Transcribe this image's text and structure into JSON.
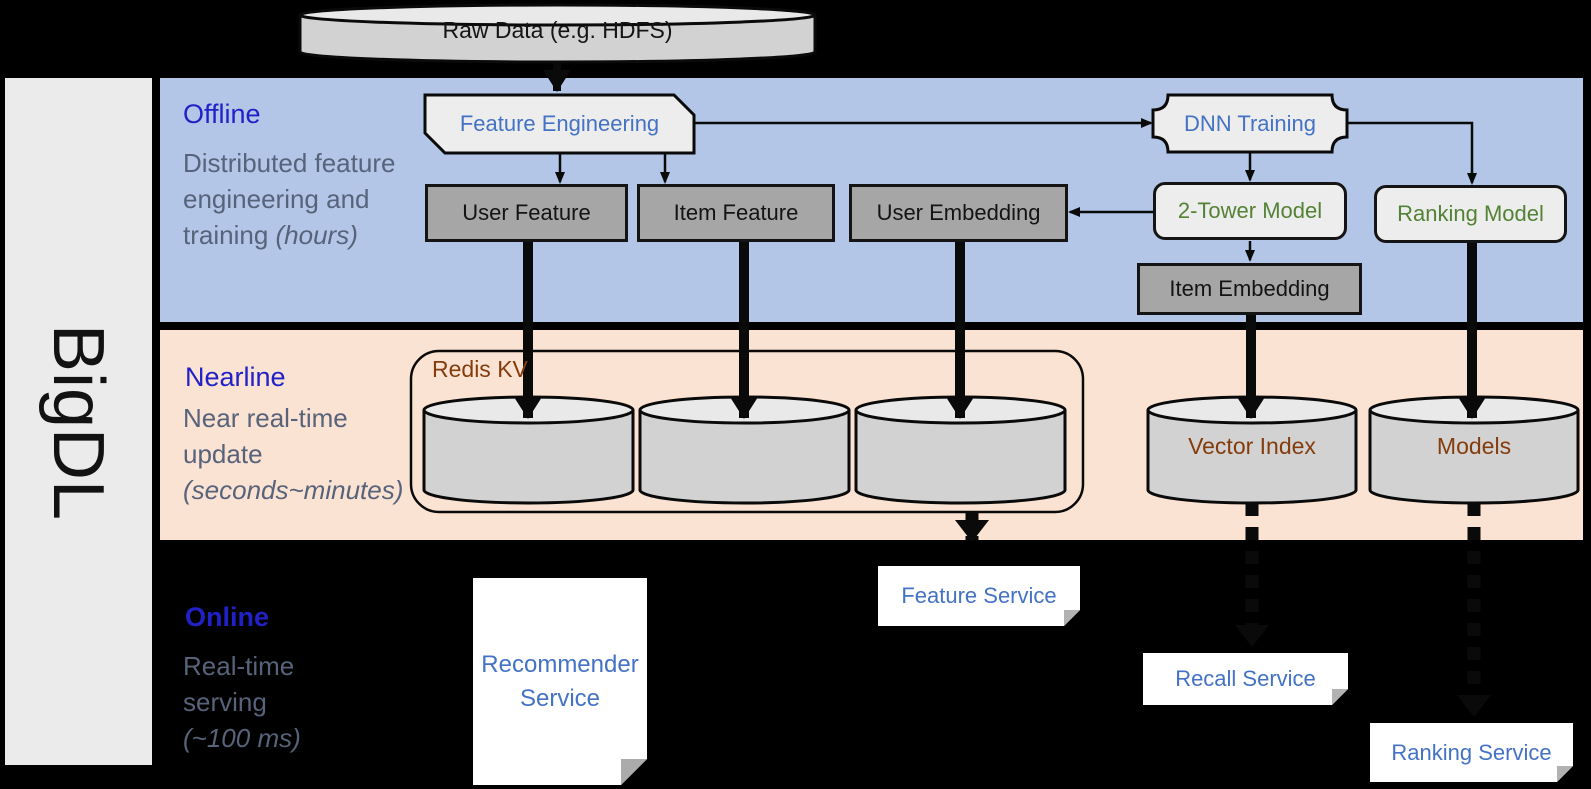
{
  "brand": {
    "label": "BigDL"
  },
  "source": {
    "label": "Raw Data (e.g. HDFS)"
  },
  "sections": {
    "offline": {
      "title": "Offline",
      "description": "Distributed feature engineering and training",
      "note": "(hours)"
    },
    "nearline": {
      "title": "Nearline",
      "description": "Near real-time update",
      "note": "(seconds~minutes)"
    },
    "online": {
      "title": "Online",
      "description": "Real-time serving",
      "note": "(~100 ms)"
    }
  },
  "nodes": {
    "feature_engineering": "Feature Engineering",
    "dnn_training": "DNN Training",
    "user_feature": "User Feature",
    "item_feature": "Item Feature",
    "user_embedding": "User Embedding",
    "two_tower_model": "2-Tower Model",
    "ranking_model": "Ranking Model",
    "item_embedding": "Item Embedding",
    "redis_kv": "Redis KV",
    "vector_index": "Vector Index",
    "models": "Models",
    "recommender_service": "Recommender Service",
    "feature_service": "Feature Service",
    "recall_service": "Recall Service",
    "ranking_service": "Ranking Service"
  },
  "palette": {
    "background": "#000000",
    "sidebar_fill": "#ebebeb",
    "offline_band": "#b3c6e7",
    "nearline_band": "#fbe3d3",
    "section_title_blue": "#2121c8",
    "section_desc_gray": "#57637a",
    "node_blue_text": "#4472c4",
    "node_green_text": "#548235",
    "store_brown_text": "#843c0c",
    "gray_box_fill": "#a6a6a6",
    "light_node_fill": "#ededed",
    "cylinder_fill": "#d2d2d2"
  }
}
